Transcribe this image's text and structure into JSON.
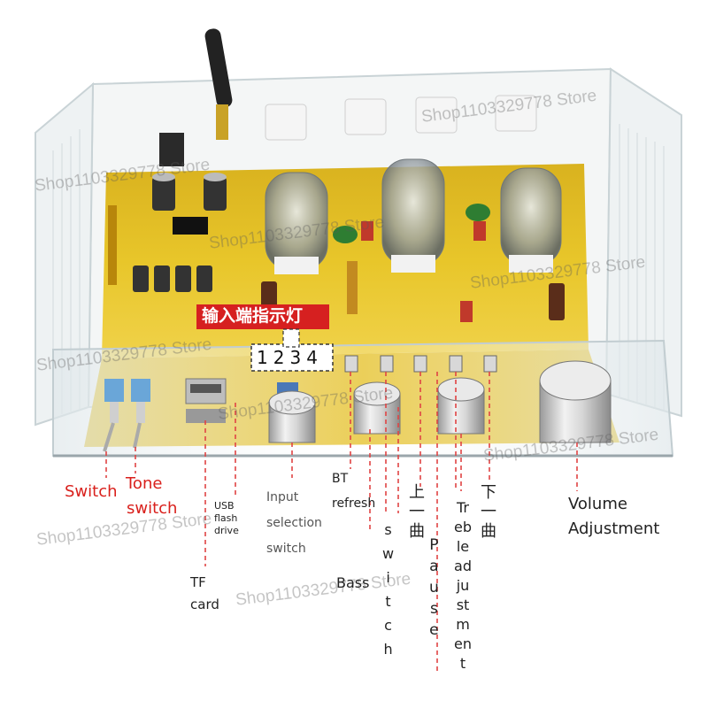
{
  "overlay": {
    "chinese_label": "输入端指示灯",
    "indicator_numbers": [
      "1",
      "2",
      "3",
      "4"
    ]
  },
  "labels": {
    "switch": "Switch",
    "tone_switch_1": "Tone",
    "tone_switch_2": "switch",
    "usb_1": "USB",
    "usb_2": "flash",
    "usb_3": "drive",
    "tf_1": "TF",
    "tf_2": "card",
    "input_1": "Input",
    "input_2": "selection",
    "input_3": "switch",
    "bt_1": "BT",
    "bt_2": "refresh",
    "switch_vertical": "s\nw\ni\nt\nc\nh",
    "bass": "Bass",
    "prev_track": "上\n一\n曲",
    "pause_vertical": "P\na\nu\ns\ne",
    "treble": "Tr\neb\nle\nad\nju\nst\nm\nen\nt",
    "next_track": "下\n一\n曲",
    "volume_1": "Volume",
    "volume_2": "Adjustment"
  },
  "watermark": "Shop1103329778 Store",
  "colors": {
    "label_red": "#d9201c",
    "label_dark": "#222222",
    "pcb_yellow": "#e8c62a",
    "acrylic_edge": "#c9d3d6",
    "callout_line": "#e04444"
  }
}
